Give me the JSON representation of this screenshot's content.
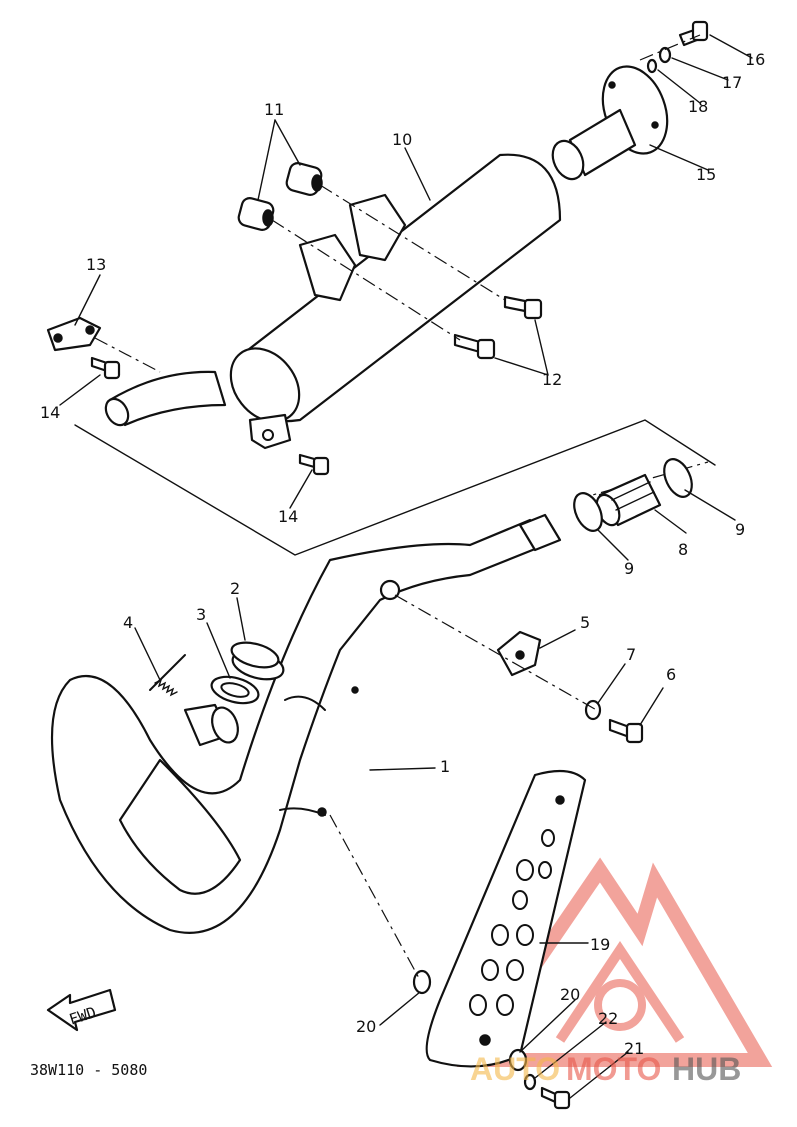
{
  "diagram_code": "38W110 - 5080",
  "fwd_label": "FWD",
  "callouts": [
    {
      "id": "c1",
      "text": "1"
    },
    {
      "id": "c2",
      "text": "2"
    },
    {
      "id": "c3",
      "text": "3"
    },
    {
      "id": "c4",
      "text": "4"
    },
    {
      "id": "c5",
      "text": "5"
    },
    {
      "id": "c6",
      "text": "6"
    },
    {
      "id": "c7",
      "text": "7"
    },
    {
      "id": "c8",
      "text": "8"
    },
    {
      "id": "c9a",
      "text": "9"
    },
    {
      "id": "c9b",
      "text": "9"
    },
    {
      "id": "c10",
      "text": "10"
    },
    {
      "id": "c11",
      "text": "11"
    },
    {
      "id": "c12",
      "text": "12"
    },
    {
      "id": "c13",
      "text": "13"
    },
    {
      "id": "c14a",
      "text": "14"
    },
    {
      "id": "c14b",
      "text": "14"
    },
    {
      "id": "c15",
      "text": "15"
    },
    {
      "id": "c16",
      "text": "16"
    },
    {
      "id": "c17",
      "text": "17"
    },
    {
      "id": "c18",
      "text": "18"
    },
    {
      "id": "c19",
      "text": "19"
    },
    {
      "id": "c20a",
      "text": "20"
    },
    {
      "id": "c20b",
      "text": "20"
    },
    {
      "id": "c21",
      "text": "21"
    },
    {
      "id": "c22",
      "text": "22"
    }
  ],
  "watermark": {
    "part1": "AUTO",
    "part2": "MOTO",
    "part3": "HUB",
    "color_primary": "#f39c8a",
    "color_secondary": "#f5b84a",
    "color_dark": "#555555"
  }
}
